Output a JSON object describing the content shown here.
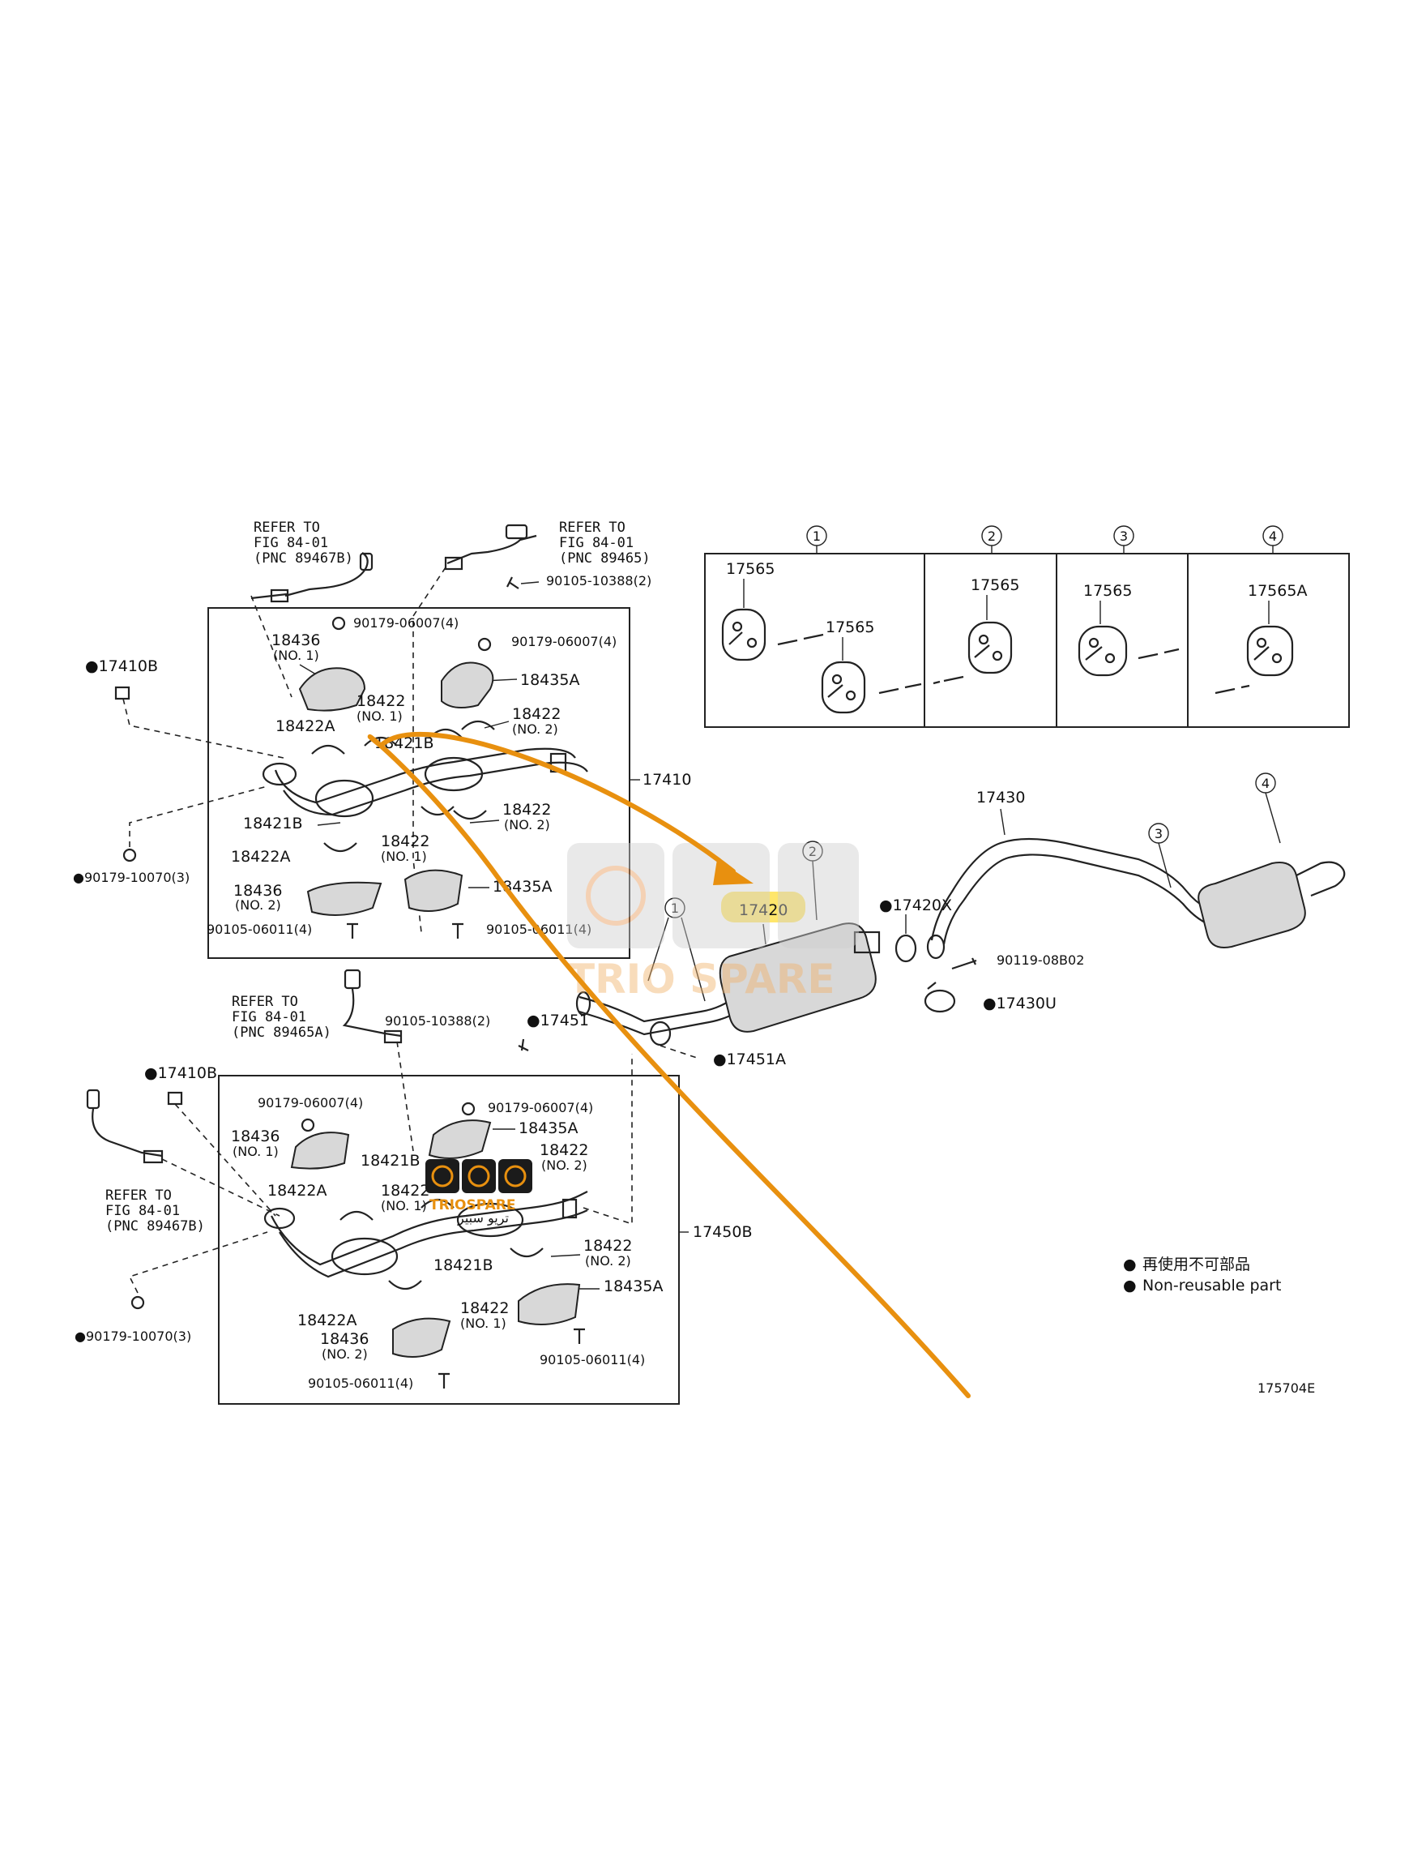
{
  "figure_id": "175704E",
  "legend": {
    "line1": "再使用不可部品",
    "line2": "Non-reusable part",
    "bullet": "●"
  },
  "watermark": {
    "large": "TRIO SPARE",
    "small": "TRIOSPARE",
    "small_ar": "تريو سبير"
  },
  "hanger_panels": [
    {
      "num": "1",
      "parts": [
        "17565",
        "17565"
      ]
    },
    {
      "num": "2",
      "parts": [
        "17565"
      ]
    },
    {
      "num": "3",
      "parts": [
        "17565"
      ]
    },
    {
      "num": "4",
      "parts": [
        "17565A"
      ]
    }
  ],
  "callout_nums": {
    "c1": "1",
    "c2": "2",
    "c3": "3",
    "c4": "4"
  },
  "refer_top_left": {
    "l1": "REFER TO",
    "l2": "FIG 84-01",
    "l3": "(PNC 89467B)"
  },
  "refer_top_right": {
    "l1": "REFER TO",
    "l2": "FIG 84-01",
    "l3": "(PNC 89465)"
  },
  "refer_mid": {
    "l1": "REFER TO",
    "l2": "FIG 84-01",
    "l3": "(PNC 89465A)"
  },
  "refer_bottom_left": {
    "l1": "REFER TO",
    "l2": "FIG 84-01",
    "l3": "(PNC 89467B)"
  },
  "upper_group": {
    "assembly": "17410",
    "p17410B": "●17410B",
    "p90105_10388": "90105-10388(2)",
    "p90179_06007_a": "90179-06007(4)",
    "p90179_06007_b": "90179-06007(4)",
    "p18436_1": "18436",
    "p18436_1_sub": "(NO. 1)",
    "p18435A_1": "18435A",
    "p18422_1": "18422",
    "p18422_1_sub": "(NO. 1)",
    "p18422_2": "18422",
    "p18422_2_sub": "(NO. 2)",
    "p18422A": "18422A",
    "p18421B_top": "18421B",
    "p18421B": "18421B",
    "p18422_2b": "18422",
    "p18422_2b_sub": "(NO. 2)",
    "p18422A_b": "18422A",
    "p18422_1b": "18422",
    "p18422_1b_sub": "(NO. 1)",
    "p18436_2": "18436",
    "p18436_2_sub": "(NO. 2)",
    "p18435A_2": "18435A",
    "p90179_10070": "●90179-10070(3)",
    "p90105_06011_a": "90105-06011(4)",
    "p90105_06011_b": "90105-06011(4)"
  },
  "middle": {
    "p17420": "17420",
    "p17420X": "●17420X",
    "p17430": "17430",
    "p90119_08B02": "90119-08B02",
    "p17430U": "●17430U",
    "p17451A": "●17451A",
    "p17451": "●17451",
    "p90105_10388b": "90105-10388(2)"
  },
  "lower_group": {
    "assembly": "17450B",
    "p17410B": "●17410B",
    "p90179_06007_a": "90179-06007(4)",
    "p90179_06007_b": "90179-06007(4)",
    "p18436_1": "18436",
    "p18436_1_sub": "(NO. 1)",
    "p18421B_a": "18421B",
    "p18435A_1": "18435A",
    "p18422A_a": "18422A",
    "p18422_1": "18422",
    "p18422_1_sub": "(NO. 1)",
    "p18422_2": "18422",
    "p18422_2_sub": "(NO. 2)",
    "p18422_2b": "18422",
    "p18422_2b_sub": "(NO. 2)",
    "p18421B_b": "18421B",
    "p18435A_2": "18435A",
    "p18422A_b": "18422A",
    "p18422_1b": "18422",
    "p18422_1b_sub": "(NO. 1)",
    "p18436_2": "18436",
    "p18436_2_sub": "(NO. 2)",
    "p90105_06011_a": "90105-06011(4)",
    "p90105_06011_b": "90105-06011(4)",
    "p90179_10070": "●90179-10070(3)"
  },
  "colors": {
    "arrow": "#e8900f",
    "highlight": "#ffe66b",
    "watermark": "#f1b26a",
    "ink": "#111111"
  }
}
